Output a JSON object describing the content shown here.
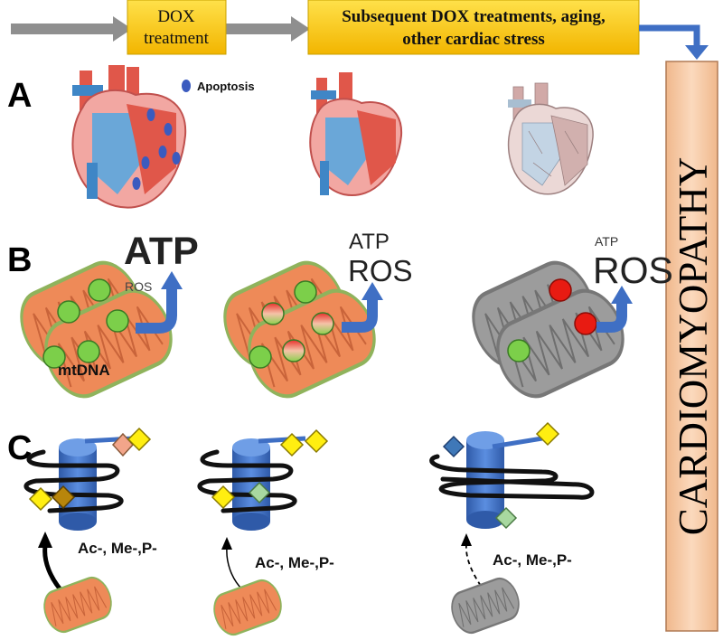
{
  "timeline": {
    "box1_line1": "DOX",
    "box1_line2": "treatment",
    "box2_line1": "Subsequent DOX treatments, aging,",
    "box2_line2": "other cardiac stress"
  },
  "sidebar": {
    "label": "CARDIOMYOPATHY"
  },
  "panels": {
    "a": "A",
    "b": "B",
    "c": "C"
  },
  "panel_a": {
    "legend_label": "Apoptosis"
  },
  "panel_b": {
    "stage1": {
      "atp": "ATP",
      "ros": "ROS",
      "mtdna": "mtDNA"
    },
    "stage2": {
      "atp": "ATP",
      "ros": "ROS"
    },
    "stage3": {
      "atp": "ATP",
      "ros": "ROS"
    }
  },
  "panel_c": {
    "stage1_label": "Ac-, Me-,P-",
    "stage2_label": "Ac-, Me-,P-",
    "stage3_label": "Ac-, Me-,P-"
  },
  "colors": {
    "gold": "#f9c400",
    "gray_arrow": "#8f8f8f",
    "blue": "#3f6fc4",
    "mito_orange": "#ee8a58",
    "mito_gray": "#9c9c9c",
    "sidebar_fill": "#f5c8a3",
    "green": "#7ccf4a",
    "red": "#e81b12",
    "yellow_diamond": "#ffee11"
  }
}
